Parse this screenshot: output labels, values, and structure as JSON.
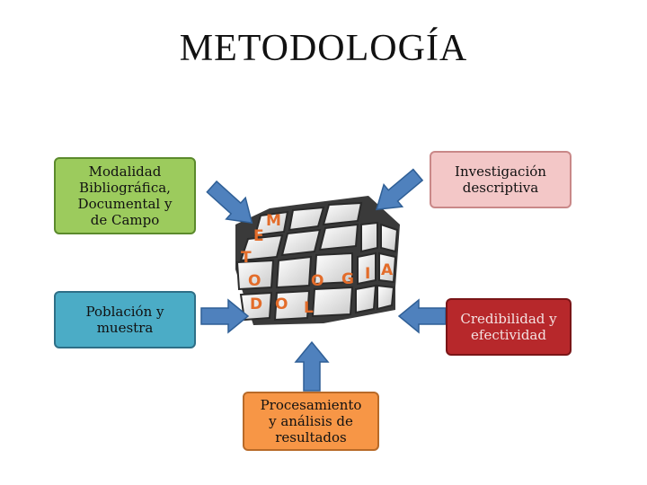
{
  "title": "METODOLOGÍA",
  "boxes": {
    "modalidad": "Modalidad\nBibliográfica,\nDocumental y\nde Campo",
    "investigacion": "Investigación\ndescriptiva",
    "poblacion": "Población y\nmuestra",
    "credibilidad": "Credibilidad y\nefectividad",
    "procesamiento": "Procesamiento\ny análisis de\nresultados"
  },
  "cube_letters": [
    "M",
    "E",
    "T",
    "O",
    "D",
    "O",
    "L",
    "O",
    "G",
    "I",
    "A"
  ],
  "colors": {
    "arrow": "#4f81bd",
    "modalidad": "#9ccb5d",
    "investigacion": "#f3c7c7",
    "poblacion": "#4bacc6",
    "credibilidad": "#b7282b",
    "procesamiento": "#f79646",
    "cube_letters": "#e36c2a"
  }
}
